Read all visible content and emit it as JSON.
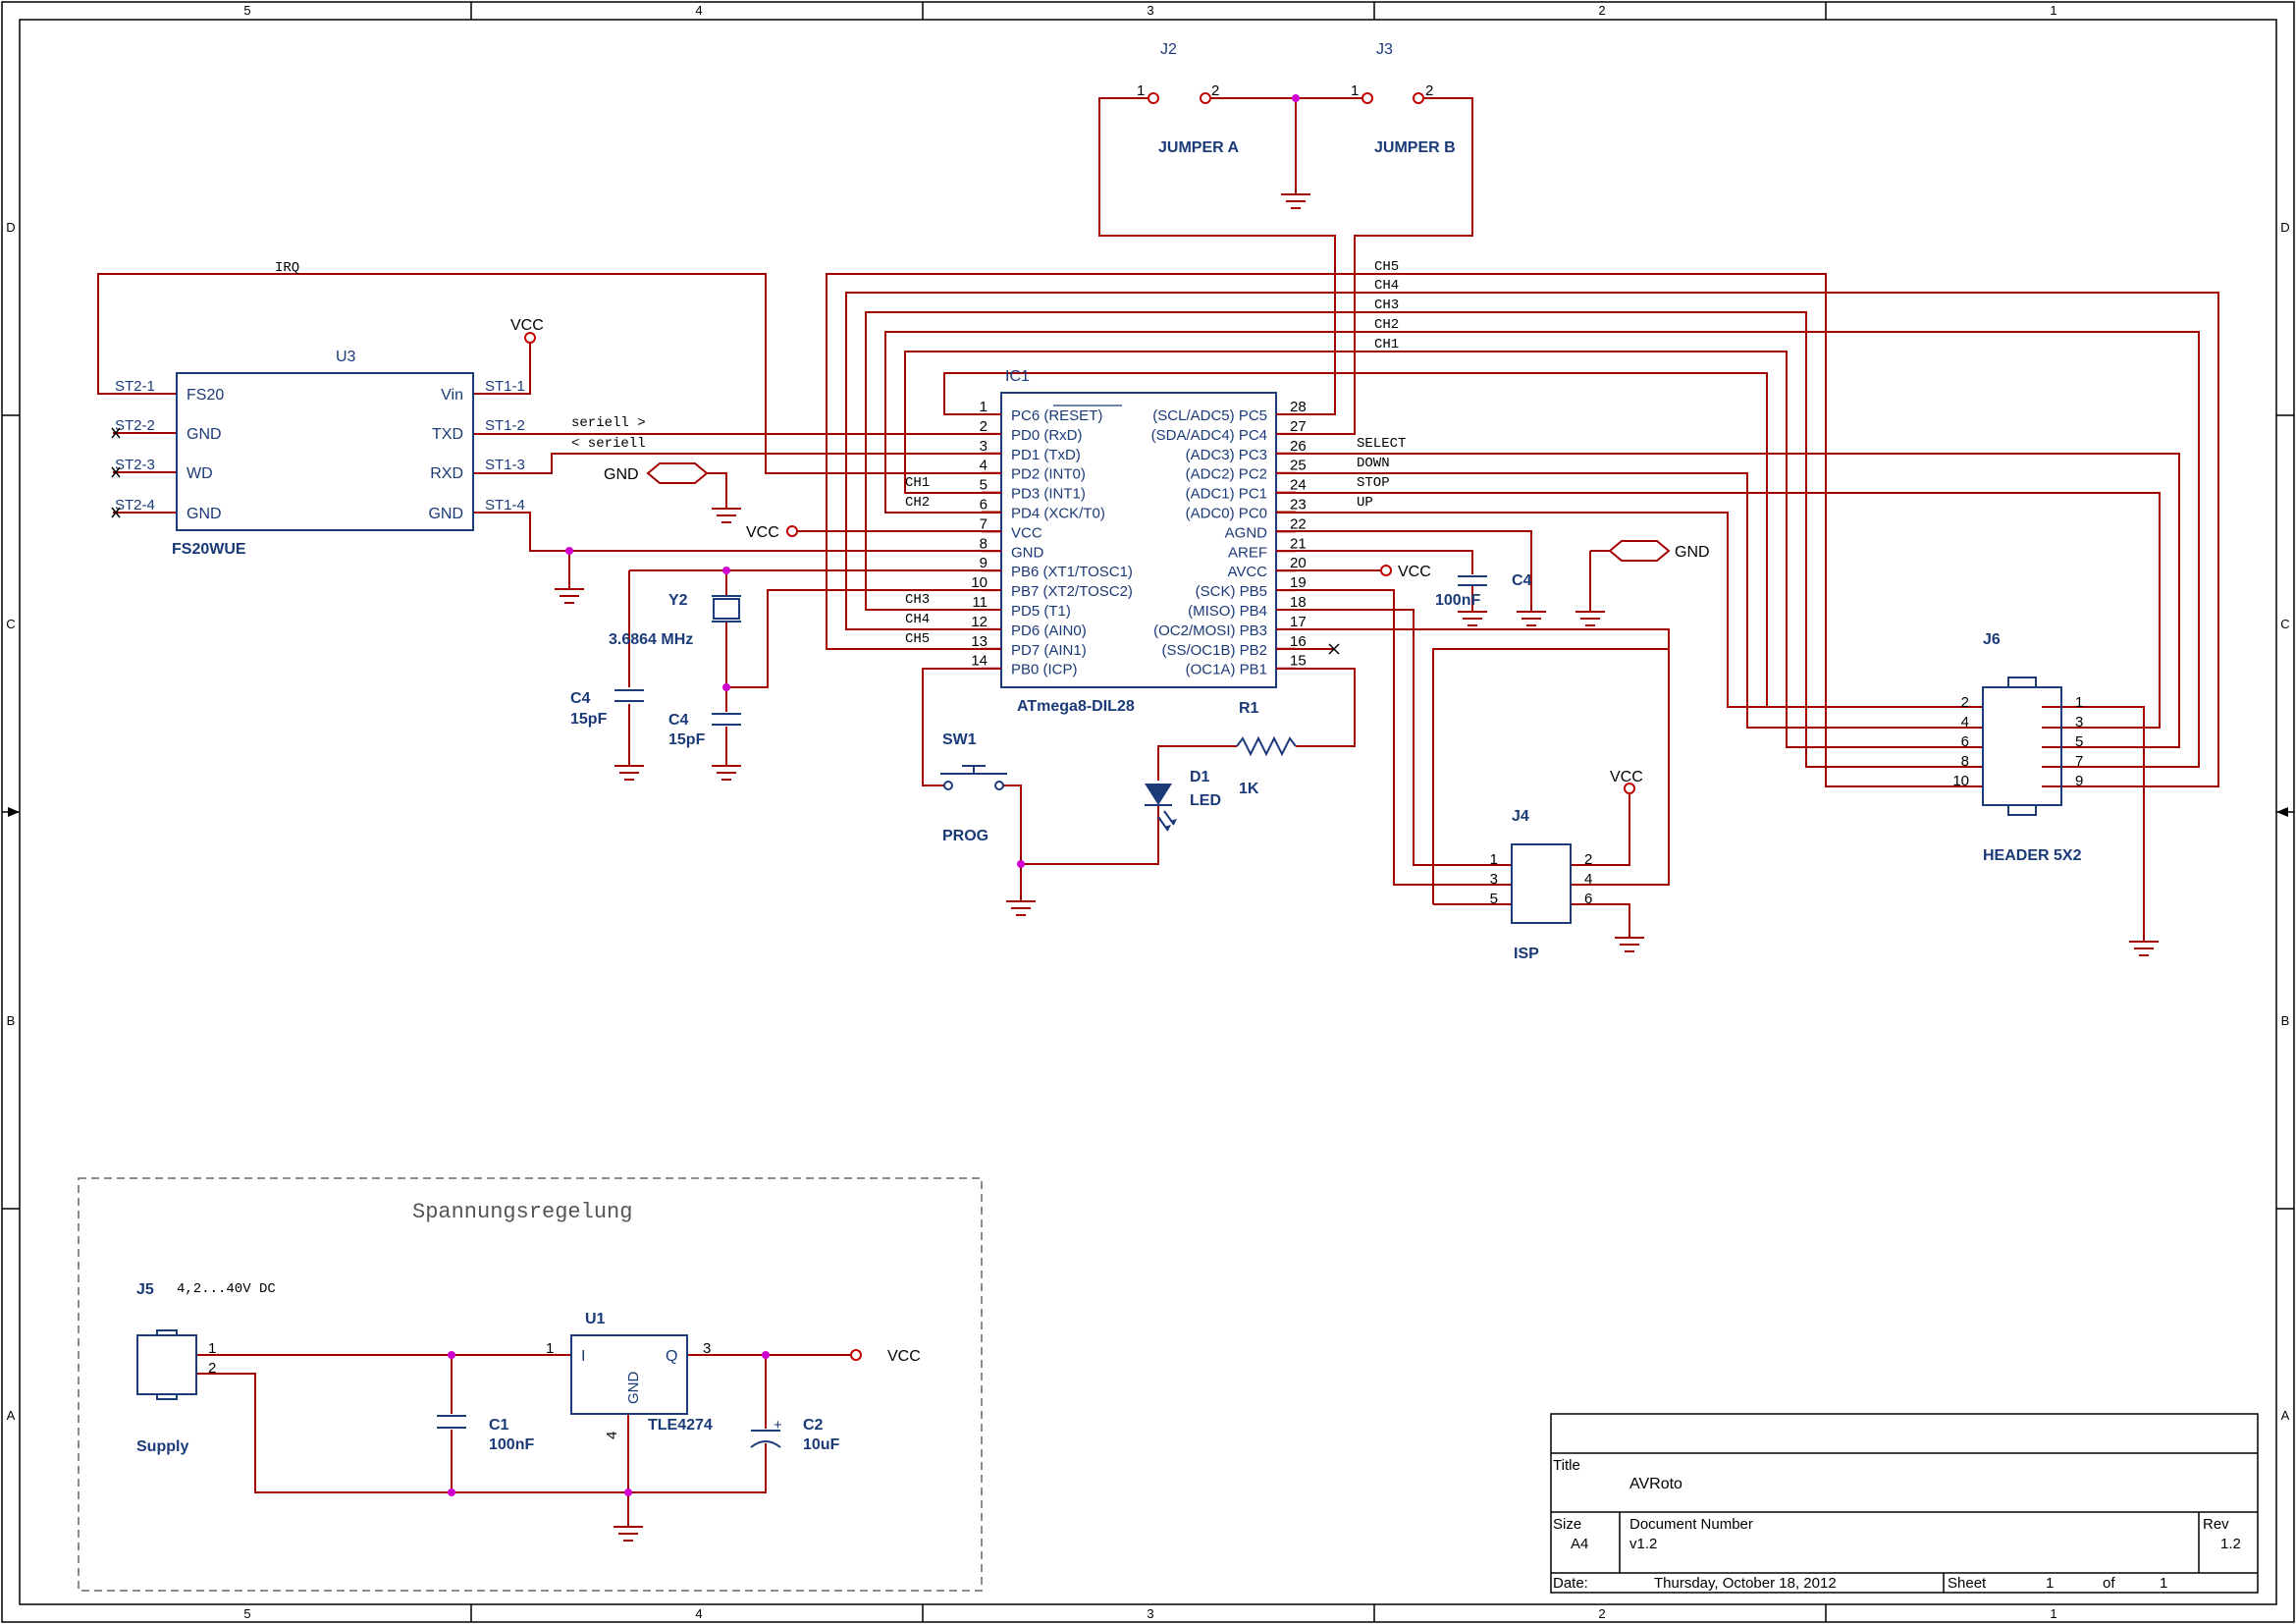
{
  "border": {
    "top_labels": [
      "5",
      "4",
      "3",
      "2",
      "1"
    ],
    "bottom_labels": [
      "5",
      "4",
      "3",
      "2",
      "1"
    ],
    "side_labels": [
      "D",
      "C",
      "B",
      "A"
    ]
  },
  "u3": {
    "ref": "U3",
    "value": "FS20WUE",
    "left_pins": [
      "FS20",
      "GND",
      "WD",
      "GND"
    ],
    "right_pins": [
      "Vin",
      "TXD",
      "RXD",
      "GND"
    ],
    "left_nets": [
      "ST2-1",
      "ST2-2",
      "ST2-3",
      "ST2-4"
    ],
    "right_nets": [
      "ST1-1",
      "ST1-2",
      "ST1-3",
      "ST1-4"
    ]
  },
  "ic1": {
    "ref": "IC1",
    "value": "ATmega8-DIL28",
    "left_nums": [
      "1",
      "2",
      "3",
      "4",
      "5",
      "6",
      "7",
      "8",
      "9",
      "10",
      "11",
      "12",
      "13",
      "14"
    ],
    "left_names": [
      "PC6 (RESET)",
      "PD0 (RxD)",
      "PD1 (TxD)",
      "PD2 (INT0)",
      "PD3 (INT1)",
      "PD4 (XCK/T0)",
      "VCC",
      "GND",
      "PB6 (XT1/TOSC1)",
      "PB7 (XT2/TOSC2)",
      "PD5 (T1)",
      "PD6 (AIN0)",
      "PD7 (AIN1)",
      "PB0 (ICP)"
    ],
    "right_nums": [
      "28",
      "27",
      "26",
      "25",
      "24",
      "23",
      "22",
      "21",
      "20",
      "19",
      "18",
      "17",
      "16",
      "15"
    ],
    "right_names": [
      "(SCL/ADC5) PC5",
      "(SDA/ADC4) PC4",
      "(ADC3) PC3",
      "(ADC2) PC2",
      "(ADC1) PC1",
      "(ADC0) PC0",
      "AGND",
      "AREF",
      "AVCC",
      "(SCK) PB5",
      "(MISO) PB4",
      "(OC2/MOSI) PB3",
      "(SS/OC1B) PB2",
      "(OC1A) PB1"
    ]
  },
  "nets": {
    "irq": "IRQ",
    "seriell_out": "seriell >",
    "seriell_in": "< seriell",
    "ch_top": [
      "CH5",
      "CH4",
      "CH3",
      "CH2",
      "CH1"
    ],
    "ch_left": [
      "CH1",
      "CH2",
      "CH3",
      "CH4",
      "CH5"
    ],
    "right_buttons": [
      "SELECT",
      "DOWN",
      "STOP",
      "UP"
    ],
    "vcc": "VCC",
    "gnd": "GND"
  },
  "jumpers": {
    "j2": "J2",
    "j2_name": "JUMPER A",
    "j3": "J3",
    "j3_name": "JUMPER B",
    "pin1": "1",
    "pin2": "2"
  },
  "crystal": {
    "ref": "Y2",
    "value": "3.6864 MHz"
  },
  "caps": {
    "c4a_ref": "C4",
    "c4a_val": "15pF",
    "c4b_ref": "C4",
    "c4b_val": "15pF",
    "c4c_ref": "C4",
    "c4c_val": "100nF"
  },
  "sw1": {
    "ref": "SW1",
    "name": "PROG"
  },
  "d1": {
    "ref": "D1",
    "name": "LED"
  },
  "r1": {
    "ref": "R1",
    "value": "1K"
  },
  "j4": {
    "ref": "J4",
    "name": "ISP",
    "left_pins": [
      "1",
      "3",
      "5"
    ],
    "right_pins": [
      "2",
      "4",
      "6"
    ]
  },
  "j6": {
    "ref": "J6",
    "name": "HEADER 5X2",
    "left_pins": [
      "2",
      "4",
      "6",
      "8",
      "10"
    ],
    "right_pins": [
      "1",
      "3",
      "5",
      "7",
      "9"
    ]
  },
  "supply": {
    "section_title": "Spannungsregelung",
    "j5_ref": "J5",
    "j5_note": "4,2...40V DC",
    "j5_name": "Supply",
    "pin1": "1",
    "pin2": "2",
    "u1_ref": "U1",
    "u1_value": "TLE4274",
    "u1_pin_i": "I",
    "u1_pin_q": "Q",
    "u1_pin_gnd": "GND",
    "u1_num_in": "1",
    "u1_num_out": "3",
    "u1_num_gnd": "4",
    "c1_ref": "C1",
    "c1_val": "100nF",
    "c2_ref": "C2",
    "c2_val": "10uF",
    "c2_plus": "+"
  },
  "title_block": {
    "title_label": "Title",
    "title": "AVRoto",
    "size_label": "Size",
    "size": "A4",
    "docnum_label": "Document Number",
    "docnum": "v1.2",
    "rev_label": "Rev",
    "rev": "1.2",
    "date_label": "Date:",
    "date": "Thursday, October 18, 2012",
    "sheet_label": "Sheet",
    "sheet": "1",
    "of_label": "of",
    "of": "1"
  },
  "colors": {
    "wire": "#a50000",
    "component": "#1a3a78",
    "junction": "#d000d0",
    "border": "#000000"
  }
}
